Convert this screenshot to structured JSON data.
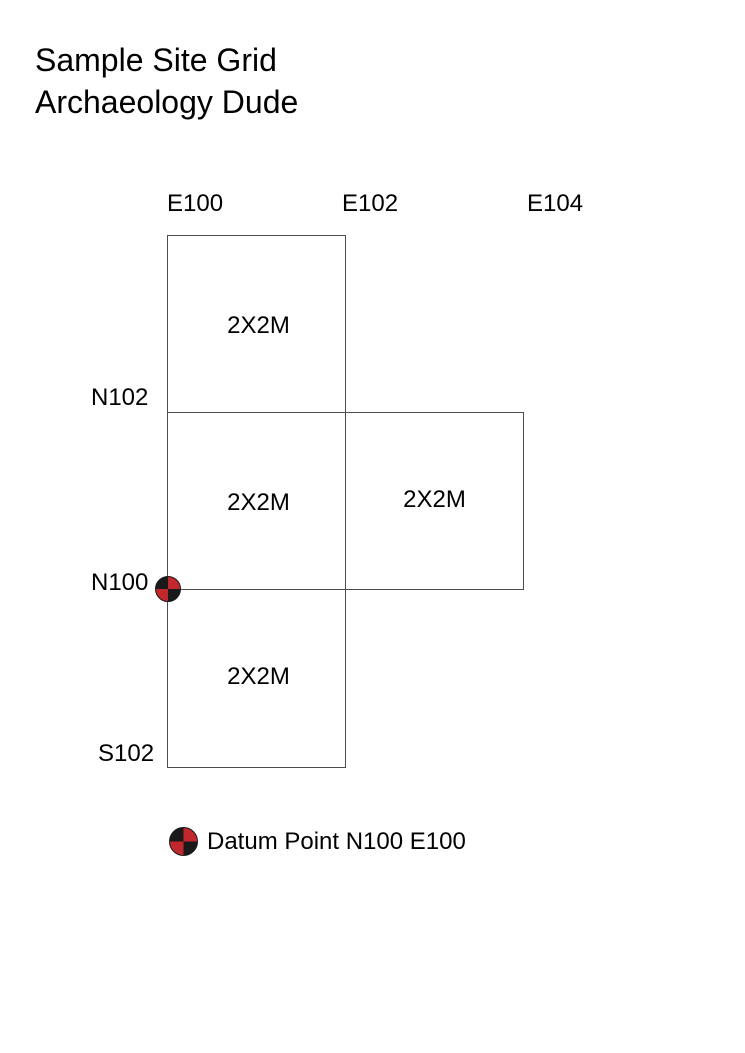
{
  "title": {
    "line1": "Sample Site Grid",
    "line2": "Archaeology Dude"
  },
  "grid": {
    "easting_labels": [
      "E100",
      "E102",
      "E104"
    ],
    "northing_labels": [
      "N102",
      "N100",
      "S102"
    ],
    "units": [
      "2X2M",
      "2X2M",
      "2X2M",
      "2X2M"
    ]
  },
  "legend": {
    "symbol": "datum-point-icon",
    "label": "Datum Point N100 E100"
  },
  "colors": {
    "background": "#FFFFFF",
    "text": "#000000",
    "grid_line": "#4D4D4D",
    "datum_red": "#C1272D",
    "datum_black": "#1A1A1A"
  }
}
